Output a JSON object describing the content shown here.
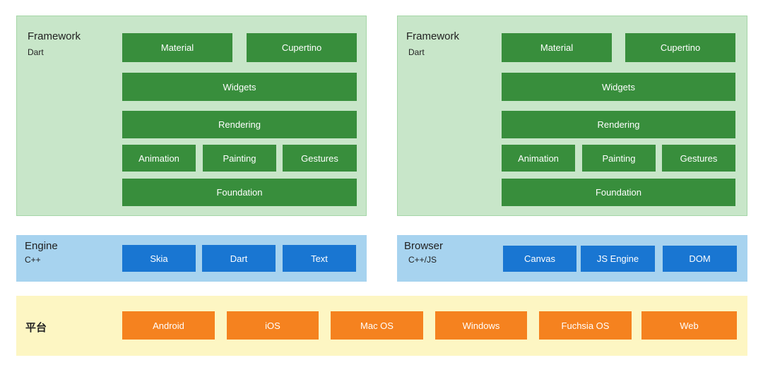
{
  "left_framework": {
    "title": "Framework",
    "subtitle": "Dart",
    "material": "Material",
    "cupertino": "Cupertino",
    "widgets": "Widgets",
    "rendering": "Rendering",
    "animation": "Animation",
    "painting": "Painting",
    "gestures": "Gestures",
    "foundation": "Foundation"
  },
  "right_framework": {
    "title": "Framework",
    "subtitle": "Dart",
    "material": "Material",
    "cupertino": "Cupertino",
    "widgets": "Widgets",
    "rendering": "Rendering",
    "animation": "Animation",
    "painting": "Painting",
    "gestures": "Gestures",
    "foundation": "Foundation"
  },
  "engine": {
    "title": "Engine",
    "subtitle": "C++",
    "items": [
      "Skia",
      "Dart",
      "Text"
    ]
  },
  "browser": {
    "title": "Browser",
    "subtitle": "C++/JS",
    "items": [
      "Canvas",
      "JS Engine",
      "DOM"
    ]
  },
  "platform": {
    "label": "平台",
    "items": [
      "Android",
      "iOS",
      "Mac OS",
      "Windows",
      "Fuchsia OS",
      "Web"
    ]
  },
  "colors": {
    "framework_bg": "#c8e6c9",
    "framework_box": "#388e3c",
    "engine_bg": "#a7d3ef",
    "engine_box": "#1976d2",
    "platform_bg": "#fdf6c3",
    "platform_box": "#f5821f"
  }
}
